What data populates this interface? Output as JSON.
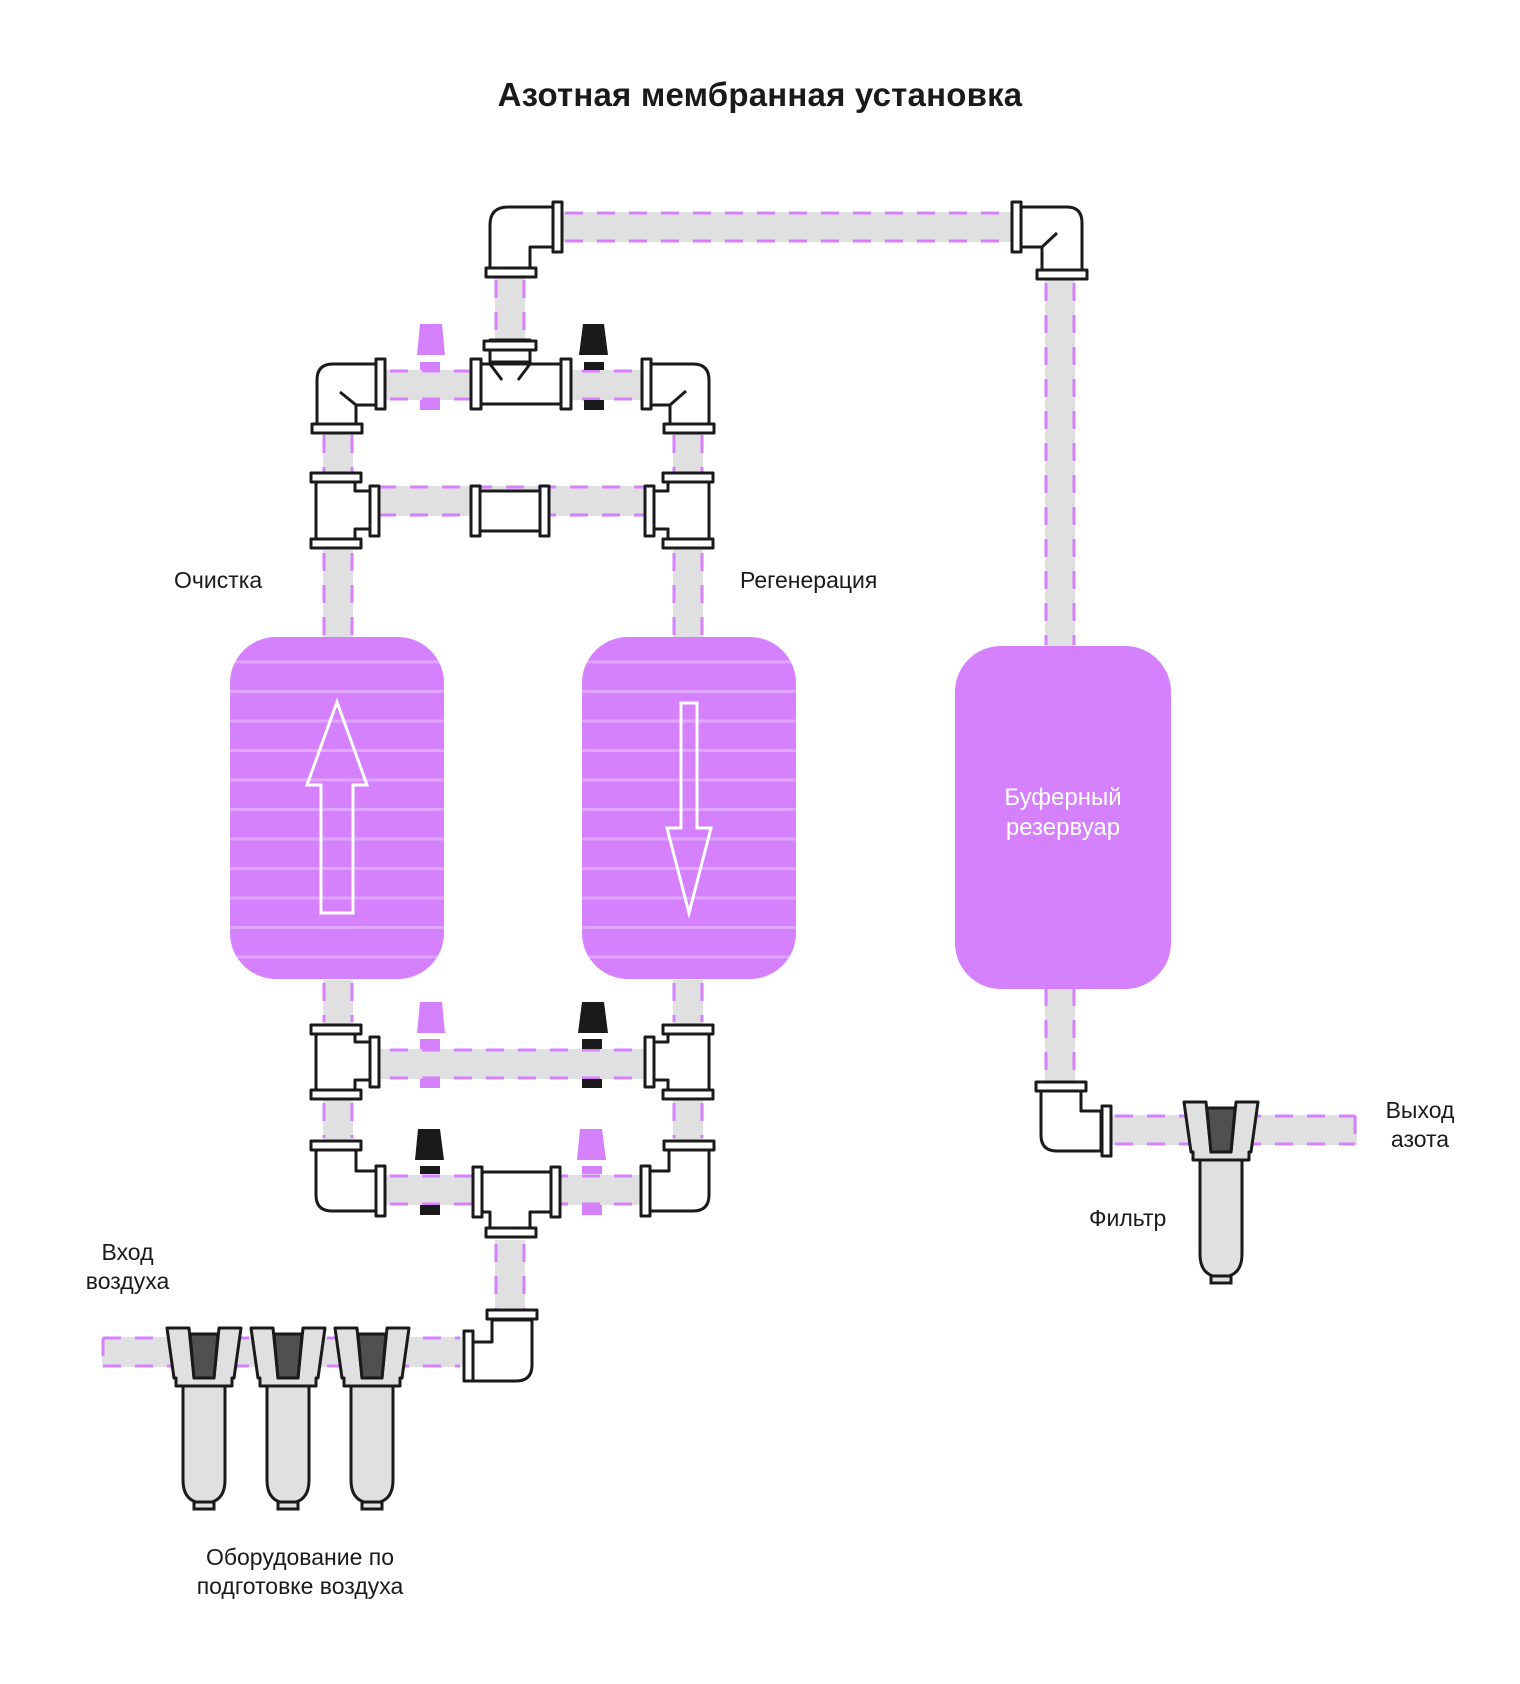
{
  "title": "Азотная мембранная установка",
  "labels": {
    "purification": "Очистка",
    "regeneration": "Регенерация",
    "buffer_tank_line1": "Буферный",
    "buffer_tank_line2": "резервуар",
    "air_inlet_line1": "Вход",
    "air_inlet_line2": "воздуха",
    "nitrogen_outlet_line1": "Выход",
    "nitrogen_outlet_line2": "азота",
    "filter": "Фильтр",
    "air_prep_line1": "Оборудование по",
    "air_prep_line2": "подготовке воздуха"
  },
  "colors": {
    "accent_purple": "#d580fc",
    "pipe_gray": "#e0e0e0",
    "outline_black": "#1a1a1a",
    "filter_bowl_dark": "#505050"
  },
  "flow": {
    "purification_column_direction": "up",
    "regeneration_column_direction": "down"
  },
  "valves": [
    {
      "position": "top-left",
      "state": "open",
      "color": "purple"
    },
    {
      "position": "top-right",
      "state": "closed",
      "color": "black"
    },
    {
      "position": "middle-left",
      "state": "open",
      "color": "purple"
    },
    {
      "position": "middle-right",
      "state": "closed",
      "color": "black"
    },
    {
      "position": "bottom-left",
      "state": "closed",
      "color": "black"
    },
    {
      "position": "bottom-right",
      "state": "open",
      "color": "purple"
    }
  ],
  "air_prep_filter_count": 3
}
